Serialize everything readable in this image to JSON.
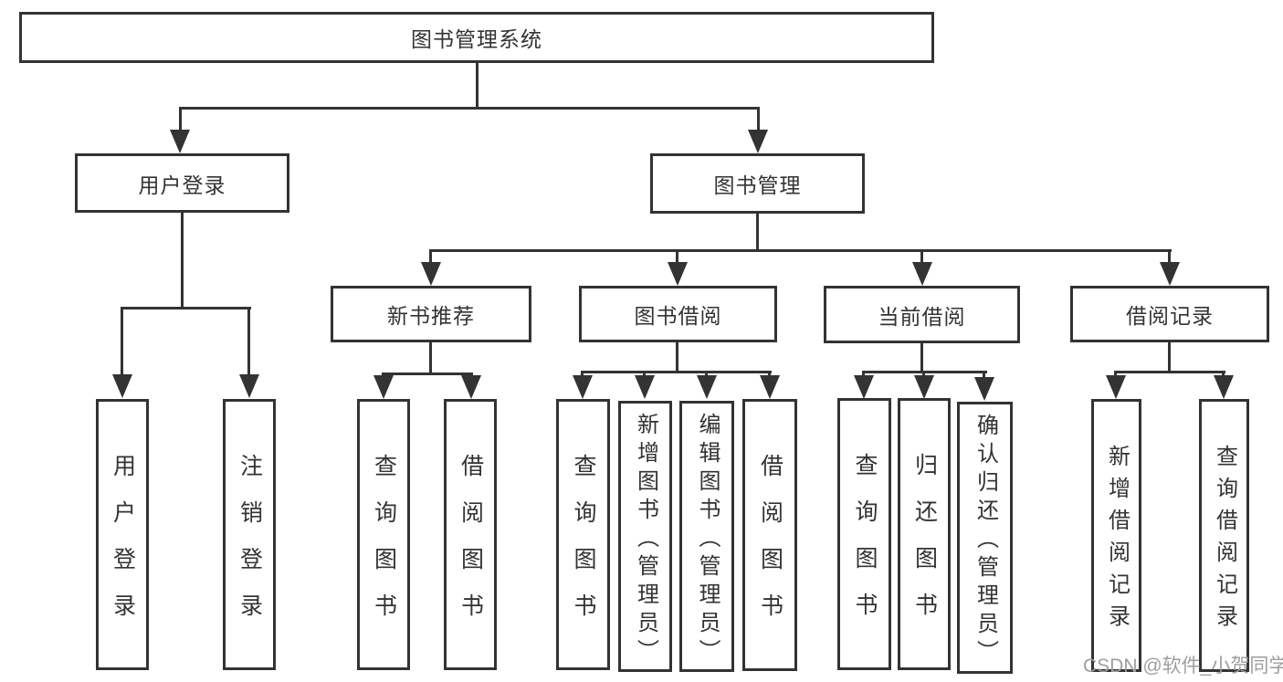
{
  "diagram": {
    "type": "tree",
    "title": "图书管理系统",
    "background": "#ffffff",
    "line_color": "#333333",
    "text_color": "#333333",
    "nodes": {
      "root": "图书管理系统",
      "user_login": "用户登录",
      "book_mgmt": "图书管理",
      "new_book_rec": "新书推荐",
      "book_borrow": "图书借阅",
      "current_borrow": "当前借阅",
      "borrow_record": "借阅记录",
      "leaf_user_login": "用户登录",
      "leaf_logout": "注销登录",
      "leaf_nb_query": "查询图书",
      "leaf_nb_borrow": "借阅图书",
      "leaf_bb_query": "查询图书",
      "leaf_bb_add": "新增图书（管理员）",
      "leaf_bb_edit": "编辑图书（管理员）",
      "leaf_bb_borrow": "借阅图书",
      "leaf_cb_query": "查询图书",
      "leaf_cb_return": "归还图书",
      "leaf_cb_confirm": "确认归还（管理员）",
      "leaf_br_add": "新增借阅记录",
      "leaf_br_query": "查询借阅记录"
    },
    "hierarchy": {
      "图书管理系统": {
        "用户登录": [
          "用户登录",
          "注销登录"
        ],
        "图书管理": {
          "新书推荐": [
            "查询图书",
            "借阅图书"
          ],
          "图书借阅": [
            "查询图书",
            "新增图书（管理员）",
            "编辑图书（管理员）",
            "借阅图书"
          ],
          "当前借阅": [
            "查询图书",
            "归还图书",
            "确认归还（管理员）"
          ],
          "借阅记录": [
            "新增借阅记录",
            "查询借阅记录"
          ]
        }
      }
    },
    "watermark": "CSDN @软件_小贺同学",
    "watermark_color": "#9e9e9e"
  }
}
